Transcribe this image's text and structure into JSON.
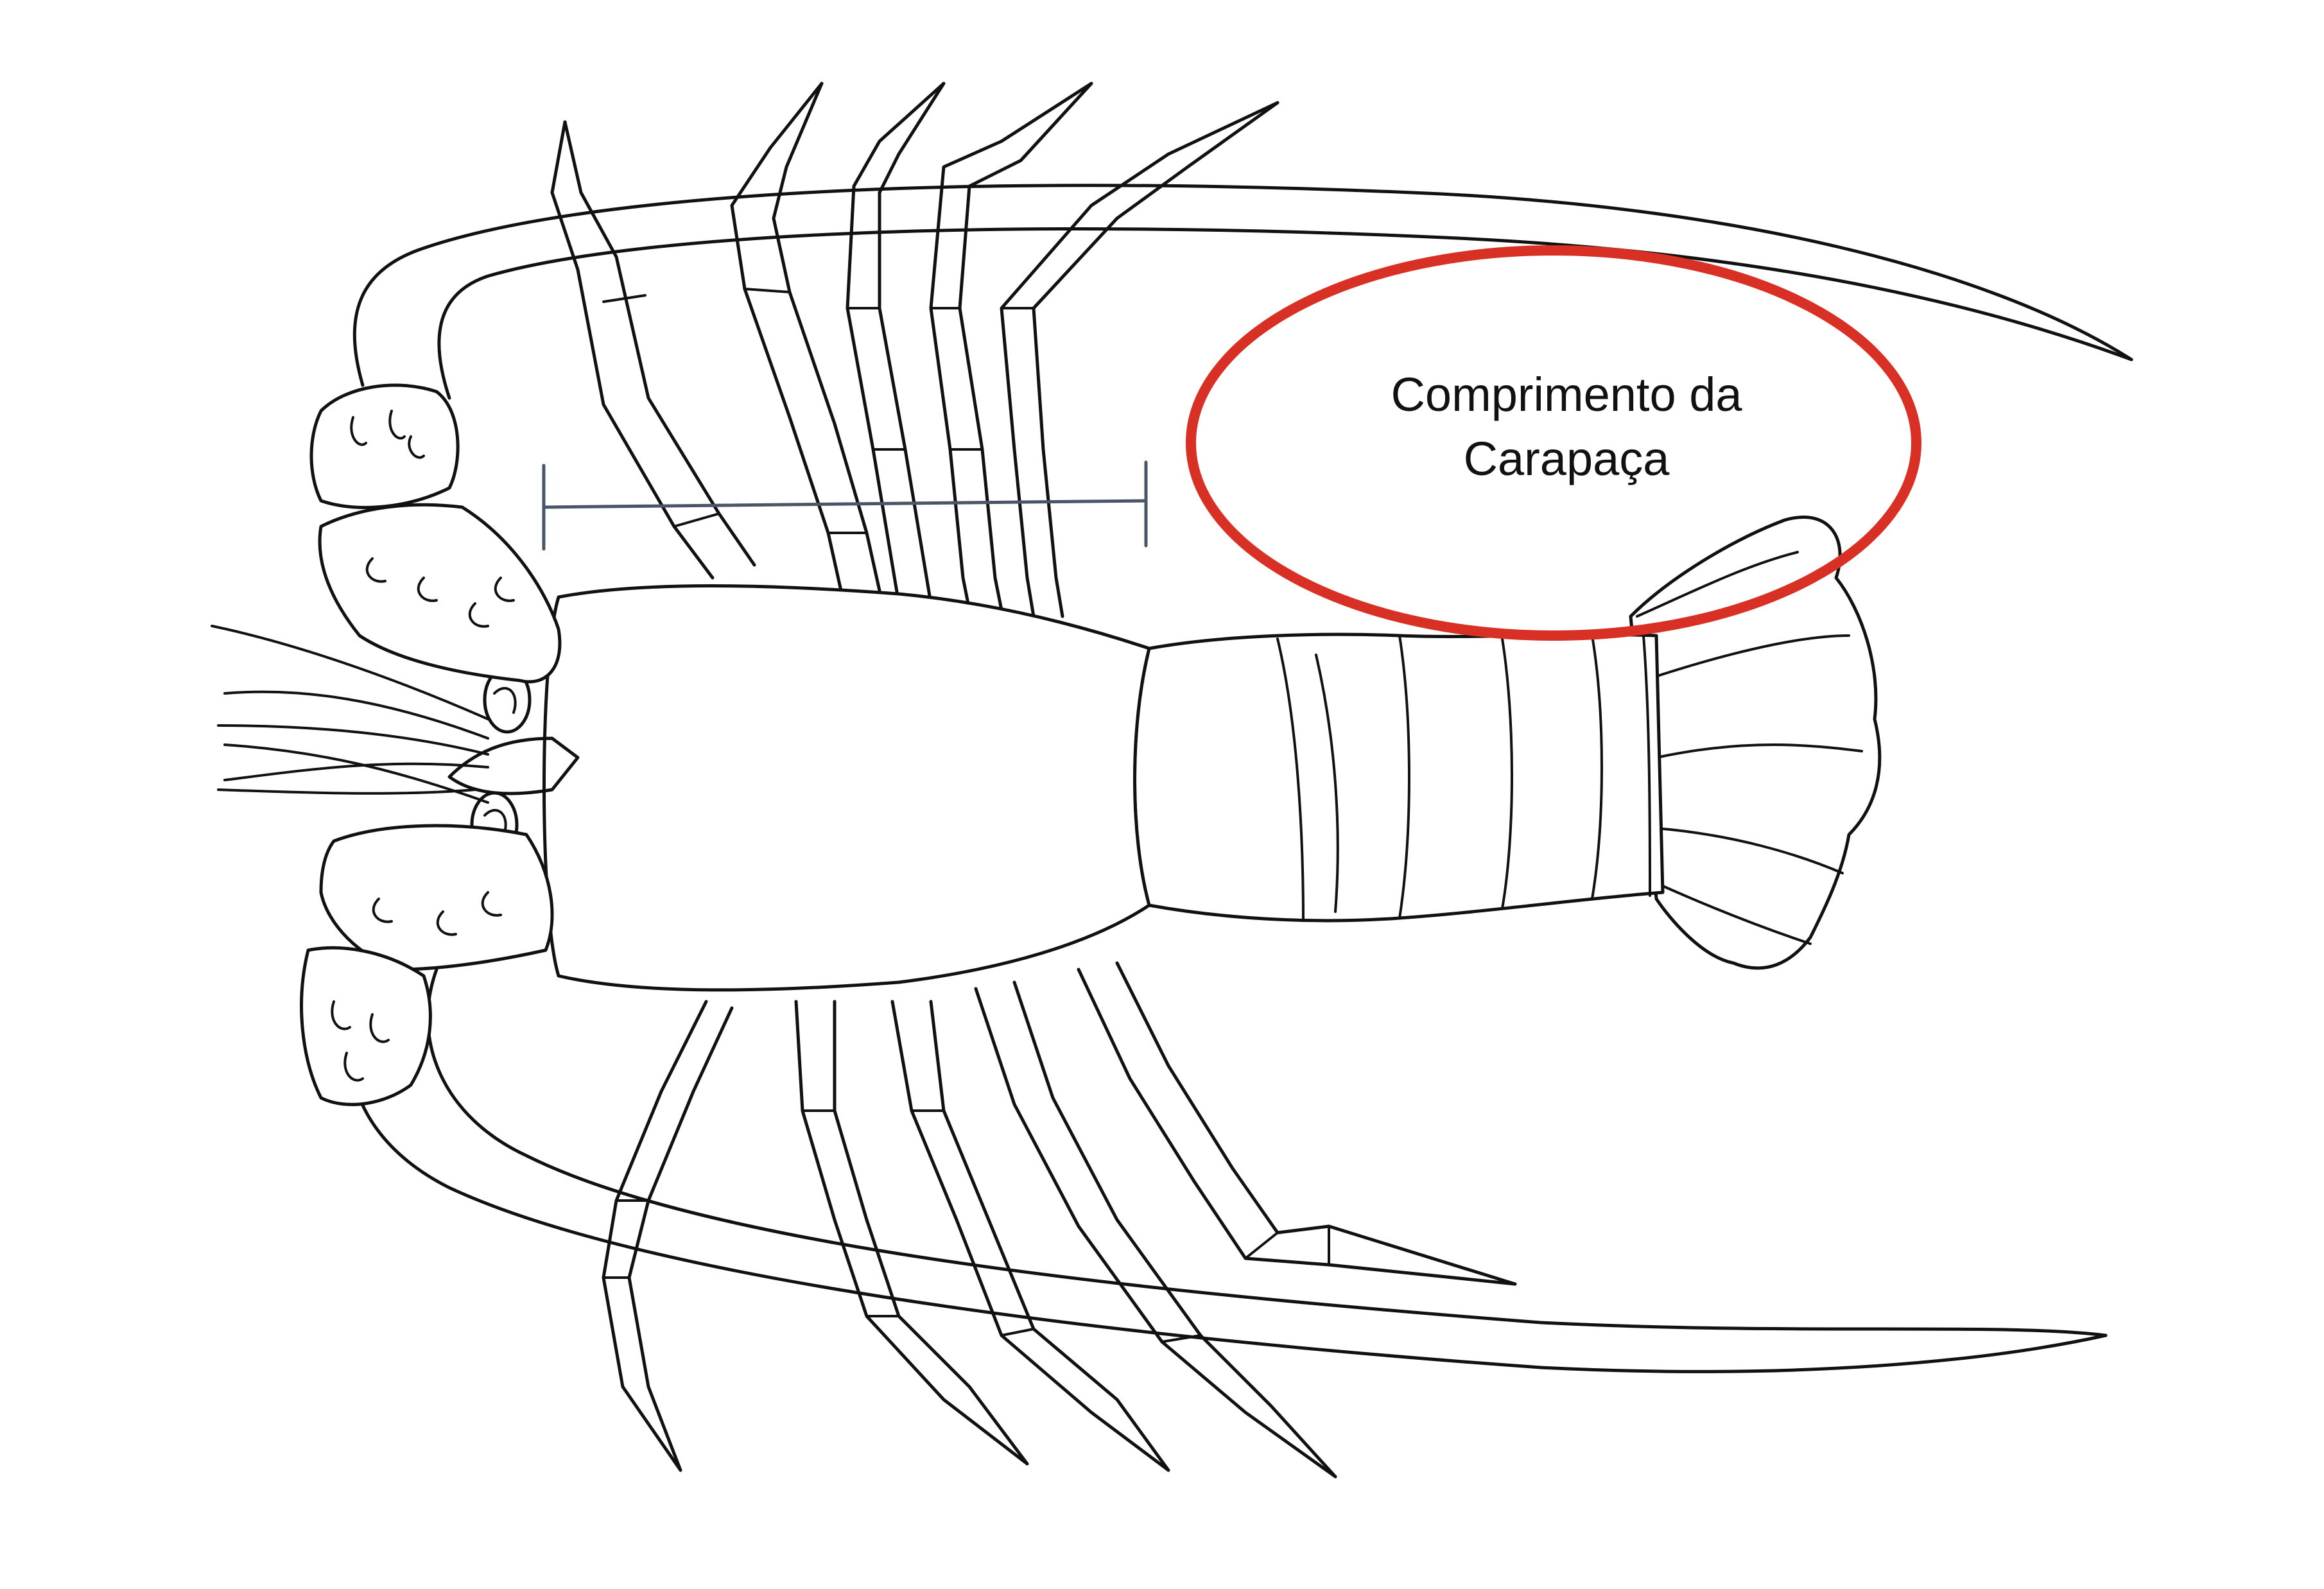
{
  "annotation": {
    "label_line1": "Comprimento da",
    "label_line2": "Carapaça",
    "ellipse_color": "#d93025",
    "measure_bar_color": "#4a5568"
  },
  "figure": {
    "subject": "lobster-line-drawing"
  }
}
